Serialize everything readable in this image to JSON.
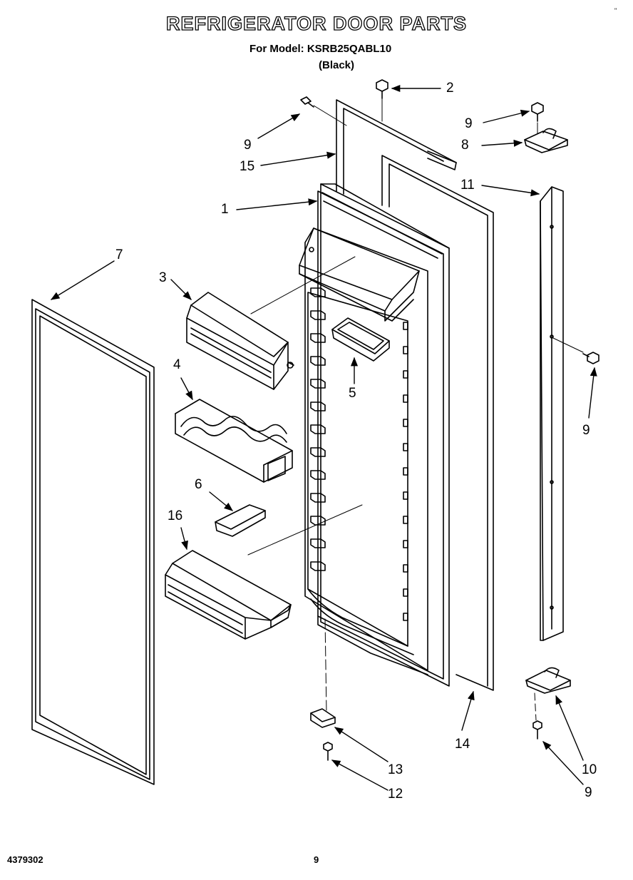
{
  "header": {
    "title": "REFRIGERATOR DOOR PARTS",
    "model_line": "For Model: KSRB25QABL10",
    "color": "(Black)"
  },
  "footer": {
    "part_code": "4379302",
    "page_number": "9",
    "corner_mark": "\""
  },
  "callouts": [
    {
      "id": "c1",
      "label": "1"
    },
    {
      "id": "c2",
      "label": "2"
    },
    {
      "id": "c3",
      "label": "3"
    },
    {
      "id": "c4",
      "label": "4"
    },
    {
      "id": "c5",
      "label": "5"
    },
    {
      "id": "c6",
      "label": "6"
    },
    {
      "id": "c7",
      "label": "7"
    },
    {
      "id": "c8",
      "label": "8"
    },
    {
      "id": "c9a",
      "label": "9"
    },
    {
      "id": "c9b",
      "label": "9"
    },
    {
      "id": "c9c",
      "label": "9"
    },
    {
      "id": "c9d",
      "label": "9"
    },
    {
      "id": "c10",
      "label": "10"
    },
    {
      "id": "c11",
      "label": "11"
    },
    {
      "id": "c12",
      "label": "12"
    },
    {
      "id": "c13",
      "label": "13"
    },
    {
      "id": "c14",
      "label": "14"
    },
    {
      "id": "c15",
      "label": "15"
    },
    {
      "id": "c16",
      "label": "16"
    }
  ]
}
